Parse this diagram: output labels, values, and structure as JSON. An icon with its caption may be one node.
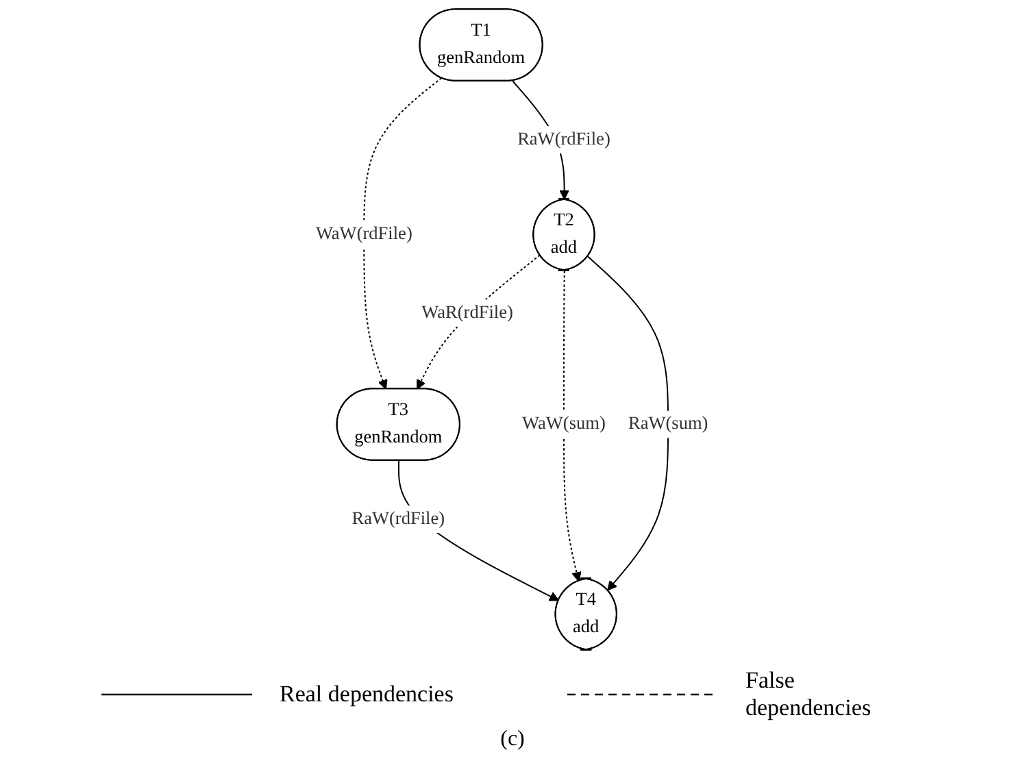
{
  "diagram": {
    "caption": "(c)",
    "nodes": [
      {
        "text": [
          "T1",
          "genRandom"
        ]
      },
      {
        "text": [
          "T3",
          "genRandom"
        ]
      },
      {
        "text": [
          "T2",
          "add"
        ]
      },
      {
        "text": [
          "T4",
          "add"
        ]
      }
    ],
    "edges": [
      {
        "from": 0,
        "to": 1,
        "arrow": "to",
        "label": "WaW(rdFile)",
        "style": "dashed"
      },
      {
        "from": 0,
        "to": 2,
        "arrow": "to",
        "label": "RaW(rdFile)"
      },
      {
        "from": 2,
        "to": 1,
        "arrow": "to",
        "label": "WaR(rdFile)",
        "style": "dashed"
      },
      {
        "from": 1,
        "to": 3,
        "arrow": "to",
        "label": "RaW(rdFile)"
      },
      {
        "from": 2,
        "to": 3,
        "arrow": "to",
        "label": "WaW(sum)",
        "style": "dashed"
      },
      {
        "from": 2,
        "to": 3,
        "arrow": "to",
        "label": "RaW(sum)"
      }
    ],
    "legend": [
      {
        "text": "Real dependencies"
      },
      {
        "text": "False dependencies"
      }
    ]
  }
}
